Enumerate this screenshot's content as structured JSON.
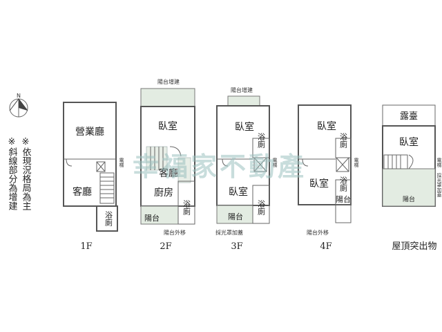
{
  "compass": {
    "north_label": "N"
  },
  "notes": [
    "※依現況格局為主",
    "※斜線部分為增建"
  ],
  "watermark": "幸福家不動產",
  "floors": {
    "f1": {
      "label": "1F",
      "rooms": {
        "shop": "營業廳",
        "living": "客廳",
        "bath": "浴廁"
      },
      "side_label": "電梯"
    },
    "f2": {
      "label": "2F",
      "top_label": "陽台增建",
      "rooms": {
        "bedroom": "臥室",
        "living": "客廳",
        "kitchen": "廚房",
        "balcony": "陽台",
        "bath": "浴廁"
      },
      "bottom_label": "陽台外移"
    },
    "f3": {
      "label": "3F",
      "top_label": "陽台增建",
      "rooms": {
        "bedroom1": "臥室",
        "bath1": "浴廁",
        "bedroom2": "臥室",
        "balcony": "陽台",
        "bath2": "浴廁"
      },
      "bottom_label": "採光罩加蓋",
      "side_label": "電梯"
    },
    "f4": {
      "label": "4F",
      "rooms": {
        "bedroom1": "臥室",
        "bath1": "浴廁",
        "bedroom2": "臥室",
        "bath2": "浴廁",
        "balcony": "陽台"
      },
      "bottom_label": "陽台外移",
      "side_label": "電梯"
    },
    "roof": {
      "label": "屋頂突出物",
      "rooms": {
        "terrace": "露臺",
        "bedroom": "臥室",
        "balcony": "陽台"
      },
      "side_label_top": "電梯",
      "side_label_bottom": "採光罩加蓋"
    }
  }
}
